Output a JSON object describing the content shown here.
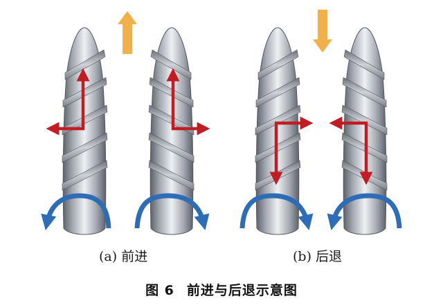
{
  "panels": [
    {
      "label": "(a) 前进",
      "direction": "forward"
    },
    {
      "label": "(b) 后退",
      "direction": "backward"
    }
  ],
  "caption": {
    "figure": "图 6",
    "title": "前进与后退示意图"
  },
  "colors": {
    "motion_arrow": "#F2B04A",
    "force_arrow": "#C01E24",
    "rotation_arrow": "#2E6DB6",
    "body_light": "#E6E7EA",
    "body_mid": "#B9BCC3",
    "body_dark": "#6F737C"
  }
}
